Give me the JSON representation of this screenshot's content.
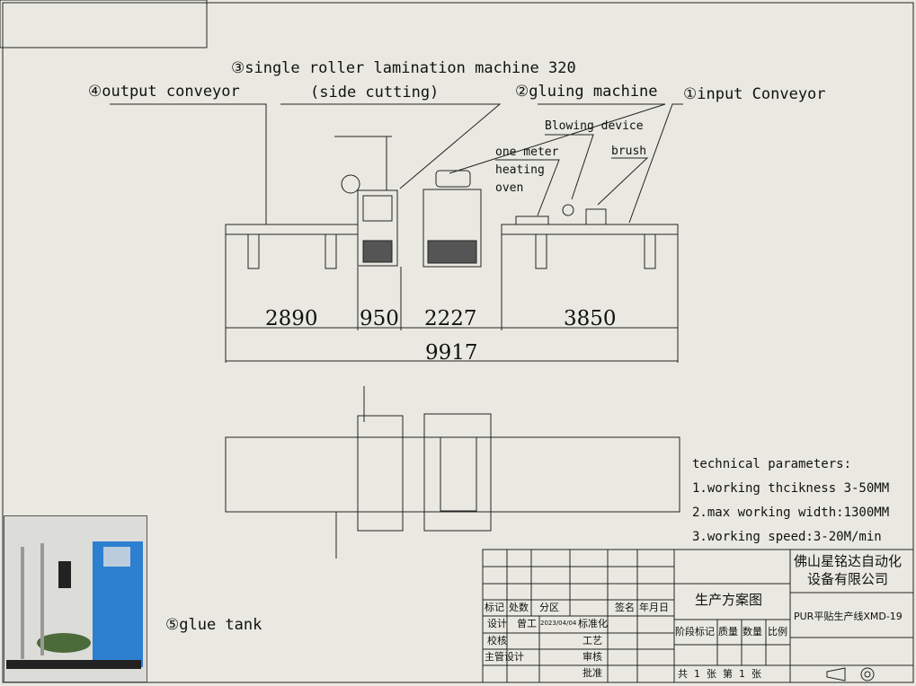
{
  "labels": {
    "lamination": "③single roller lamination machine 320",
    "lamination_sub": "(side cutting)",
    "output": "④output conveyor",
    "gluing": "②gluing machine",
    "input": "①input Conveyor",
    "blowing": "Blowing device",
    "oven_1": "one meter",
    "oven_2": "heating",
    "oven_3": "oven",
    "brush": "brush",
    "glue_tank": "⑤glue tank"
  },
  "dimensions": {
    "d1": "2890",
    "d2": "950",
    "d3": "2227",
    "d4": "3850",
    "total": "9917"
  },
  "parameters": {
    "title": "technical parameters:",
    "items": [
      "1.working thcikness 3-50MM",
      "2.max working width:1300MM",
      "3.working speed:3-20M/min"
    ]
  },
  "title_block": {
    "company_1": "佛山星铭达自动化",
    "company_2": "设备有限公司",
    "drawing_title": "生产方案图",
    "drawing_no": "PUR平贴生产线XMD-19",
    "mark": "标记",
    "count": "处数",
    "zone": "分区",
    "sign": "签名",
    "date_h": "年月日",
    "design": "设计",
    "designer": "曾工",
    "date": "2023/04/04",
    "standard": "标准化",
    "check": "校核",
    "process": "工艺",
    "chief": "主管设计",
    "review": "审核",
    "approve": "批准",
    "stage": "阶段标记",
    "mass": "质量",
    "qty": "数量",
    "scale": "比例",
    "sheets": "共  1  张  第  1  张"
  }
}
